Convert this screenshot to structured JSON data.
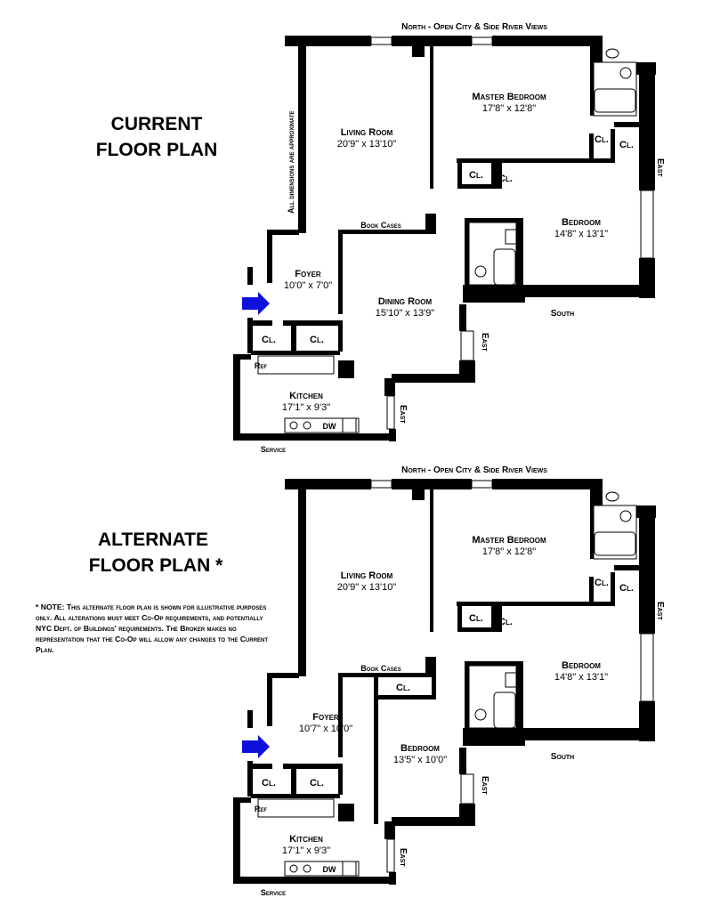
{
  "current": {
    "title_line1": "CURRENT",
    "title_line2": "FLOOR PLAN",
    "north_label": "North - Open City & Side River Views",
    "approx_label": "All dimensions are approximate",
    "living": {
      "name": "Living Room",
      "dims": "20'9\" x 13'10\""
    },
    "master": {
      "name": "Master Bedroom",
      "dims": "17'8\" x 12'8\""
    },
    "bedroom": {
      "name": "Bedroom",
      "dims": "14'8\" x 13'1\""
    },
    "foyer": {
      "name": "Foyer",
      "dims": "10'0\" x 7'0\""
    },
    "dining": {
      "name": "Dining Room",
      "dims": "15'10\" x 13'9\""
    },
    "kitchen": {
      "name": "Kitchen",
      "dims": "17'1\" x 9'3\""
    },
    "book_cases": "Book Cases",
    "closet": "Cl.",
    "ref": "Ref",
    "dw": "DW",
    "east": "East",
    "south": "South",
    "service": "Service"
  },
  "alternate": {
    "title_line1": "ALTERNATE",
    "title_line2": "FLOOR PLAN *",
    "note": "* NOTE: This alternate floor plan is shown for illustrative purposes only. All alterations must meet Co-Op requirements, and potentially NYC Dept. of Buildings' requirements. The Broker makes no representation that the Co-Op will allow any changes to the Current Plan.",
    "north_label": "North - Open City & Side River Views",
    "living": {
      "name": "Living Room",
      "dims": "20'9\" x 13'10\""
    },
    "master": {
      "name": "Master Bedroom",
      "dims": "17'8\" x 12'8\""
    },
    "bedroom": {
      "name": "Bedroom",
      "dims": "14'8\" x 13'1\""
    },
    "foyer": {
      "name": "Foyer",
      "dims": "10'7\" x 10'0\""
    },
    "bedroom2": {
      "name": "Bedroom",
      "dims": "13'5\" x 10'0\""
    },
    "kitchen": {
      "name": "Kitchen",
      "dims": "17'1\" x 9'3\""
    },
    "book_cases": "Book Cases",
    "closet": "Cl.",
    "ref": "Ref",
    "dw": "DW",
    "east": "East",
    "south": "South",
    "service": "Service"
  },
  "colors": {
    "wall": "#000000",
    "arrow": "#1010dd",
    "window": "#ffffff"
  }
}
